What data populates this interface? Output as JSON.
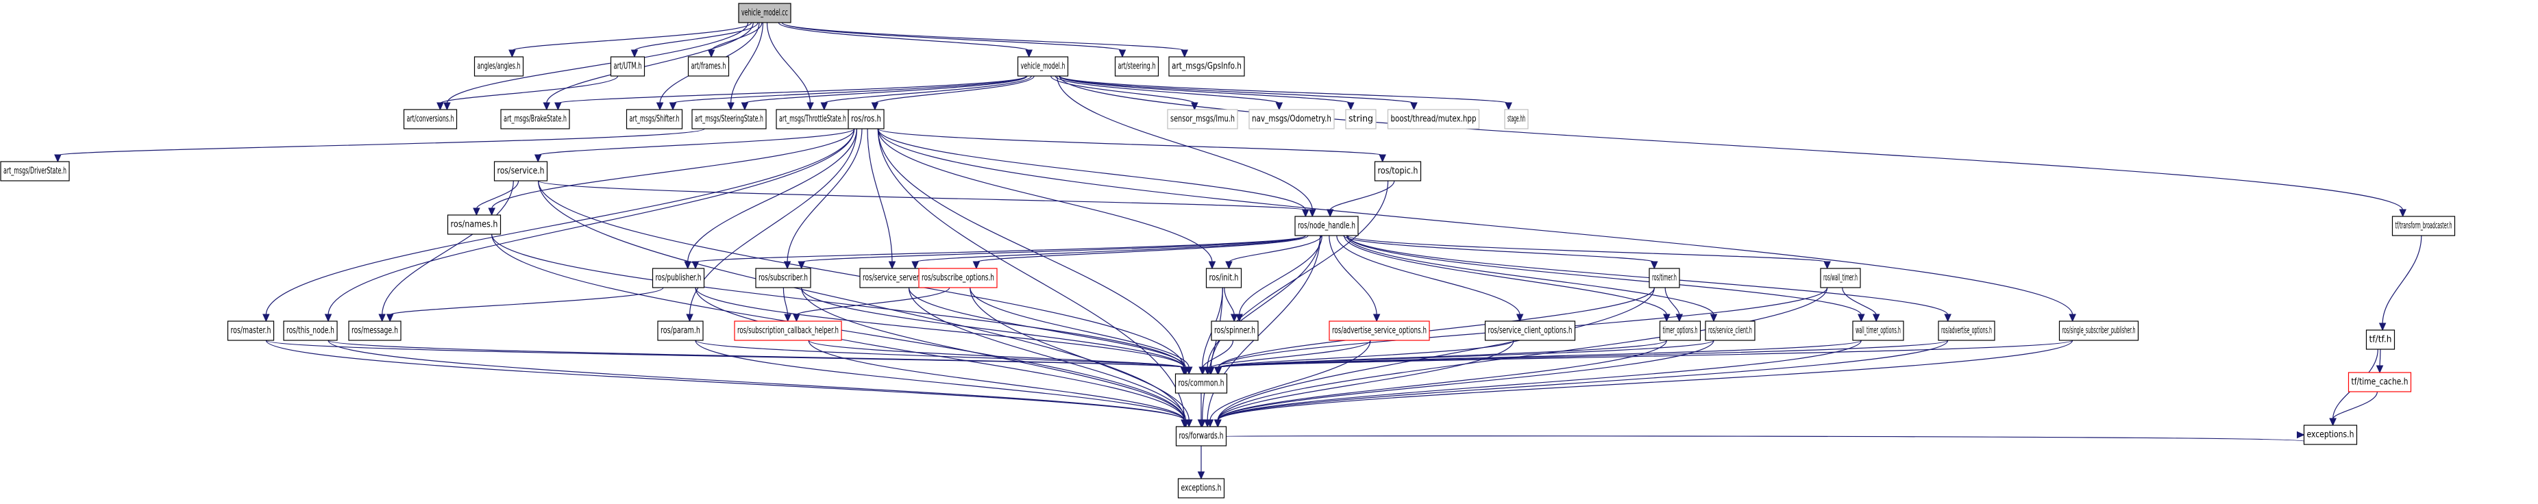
{
  "title": "vehicle_model.cc include dependency graph",
  "colors": {
    "edge": "#191970",
    "root_fill": "#bfbfbf",
    "missing_border": "#bfbfbf",
    "incomplete_border": "#ff0000",
    "border": "#000000"
  },
  "nodes": [
    {
      "id": "vehicle_model_cc",
      "label": "vehicle_model.cc",
      "kind": "root"
    },
    {
      "id": "angles",
      "label": "angles/angles.h",
      "kind": "normal"
    },
    {
      "id": "utm",
      "label": "art/UTM.h",
      "kind": "normal"
    },
    {
      "id": "frames",
      "label": "art/frames.h",
      "kind": "normal"
    },
    {
      "id": "vehicle_model_h",
      "label": "vehicle_model.h",
      "kind": "normal"
    },
    {
      "id": "steering",
      "label": "art/steering.h",
      "kind": "normal"
    },
    {
      "id": "gpsinfo",
      "label": "art_msgs/GpsInfo.h",
      "kind": "normal"
    },
    {
      "id": "conversions",
      "label": "art/conversions.h",
      "kind": "normal"
    },
    {
      "id": "brakestate",
      "label": "art_msgs/BrakeState.h",
      "kind": "normal"
    },
    {
      "id": "shifter",
      "label": "art_msgs/Shifter.h",
      "kind": "normal"
    },
    {
      "id": "steeringstate",
      "label": "art_msgs/SteeringState.h",
      "kind": "normal"
    },
    {
      "id": "throttlestate",
      "label": "art_msgs/ThrottleState.h",
      "kind": "normal"
    },
    {
      "id": "ros_ros",
      "label": "ros/ros.h",
      "kind": "normal"
    },
    {
      "id": "imu",
      "label": "sensor_msgs/Imu.h",
      "kind": "missing"
    },
    {
      "id": "odometry",
      "label": "nav_msgs/Odometry.h",
      "kind": "missing"
    },
    {
      "id": "string",
      "label": "string",
      "kind": "missing"
    },
    {
      "id": "mutex",
      "label": "boost/thread/mutex.hpp",
      "kind": "missing"
    },
    {
      "id": "stage",
      "label": "stage.hh",
      "kind": "missing"
    },
    {
      "id": "driverstate",
      "label": "art_msgs/DriverState.h",
      "kind": "normal"
    },
    {
      "id": "service",
      "label": "ros/service.h",
      "kind": "normal"
    },
    {
      "id": "topic",
      "label": "ros/topic.h",
      "kind": "normal"
    },
    {
      "id": "tf_broadcaster",
      "label": "tf/transform_broadcaster.h",
      "kind": "normal"
    },
    {
      "id": "names",
      "label": "ros/names.h",
      "kind": "normal"
    },
    {
      "id": "node_handle",
      "label": "ros/node_handle.h",
      "kind": "normal"
    },
    {
      "id": "publisher",
      "label": "ros/publisher.h",
      "kind": "normal"
    },
    {
      "id": "subscriber",
      "label": "ros/subscriber.h",
      "kind": "normal"
    },
    {
      "id": "service_server",
      "label": "ros/service_server.h",
      "kind": "normal"
    },
    {
      "id": "subscribe_options",
      "label": "ros/subscribe_options.h",
      "kind": "incomplete"
    },
    {
      "id": "init",
      "label": "ros/init.h",
      "kind": "normal"
    },
    {
      "id": "timer",
      "label": "ros/timer.h",
      "kind": "normal"
    },
    {
      "id": "wall_timer",
      "label": "ros/wall_timer.h",
      "kind": "normal"
    },
    {
      "id": "master",
      "label": "ros/master.h",
      "kind": "normal"
    },
    {
      "id": "this_node",
      "label": "ros/this_node.h",
      "kind": "normal"
    },
    {
      "id": "message",
      "label": "ros/message.h",
      "kind": "normal"
    },
    {
      "id": "param",
      "label": "ros/param.h",
      "kind": "normal"
    },
    {
      "id": "sub_cb_helper",
      "label": "ros/subscription_callback_helper.h",
      "kind": "incomplete"
    },
    {
      "id": "spinner",
      "label": "ros/spinner.h",
      "kind": "normal"
    },
    {
      "id": "adv_srv_opts",
      "label": "ros/advertise_service_options.h",
      "kind": "incomplete"
    },
    {
      "id": "srv_client_opts",
      "label": "ros/service_client_options.h",
      "kind": "normal"
    },
    {
      "id": "timer_options",
      "label": "timer_options.h",
      "kind": "normal"
    },
    {
      "id": "service_client",
      "label": "ros/service_client.h",
      "kind": "normal"
    },
    {
      "id": "wall_timer_options",
      "label": "wall_timer_options.h",
      "kind": "normal"
    },
    {
      "id": "advertise_options",
      "label": "ros/advertise_options.h",
      "kind": "normal"
    },
    {
      "id": "single_sub_pub",
      "label": "ros/single_subscriber_publisher.h",
      "kind": "normal"
    },
    {
      "id": "tf_tf",
      "label": "tf/tf.h",
      "kind": "normal"
    },
    {
      "id": "common",
      "label": "ros/common.h",
      "kind": "normal"
    },
    {
      "id": "time_cache",
      "label": "tf/time_cache.h",
      "kind": "incomplete"
    },
    {
      "id": "forwards",
      "label": "ros/forwards.h",
      "kind": "normal"
    },
    {
      "id": "exceptions_ros",
      "label": "exceptions.h",
      "kind": "normal"
    },
    {
      "id": "exceptions_tf",
      "label": "exceptions.h",
      "kind": "normal"
    }
  ],
  "edges": [
    [
      "vehicle_model_cc",
      "angles"
    ],
    [
      "vehicle_model_cc",
      "utm"
    ],
    [
      "vehicle_model_cc",
      "frames"
    ],
    [
      "vehicle_model_cc",
      "vehicle_model_h"
    ],
    [
      "vehicle_model_cc",
      "steering"
    ],
    [
      "vehicle_model_cc",
      "gpsinfo"
    ],
    [
      "vehicle_model_cc",
      "conversions"
    ],
    [
      "vehicle_model_cc",
      "brakestate"
    ],
    [
      "vehicle_model_cc",
      "shifter"
    ],
    [
      "vehicle_model_cc",
      "steeringstate"
    ],
    [
      "vehicle_model_cc",
      "throttlestate"
    ],
    [
      "utm",
      "conversions"
    ],
    [
      "vehicle_model_h",
      "brakestate"
    ],
    [
      "vehicle_model_h",
      "shifter"
    ],
    [
      "vehicle_model_h",
      "steeringstate"
    ],
    [
      "vehicle_model_h",
      "throttlestate"
    ],
    [
      "vehicle_model_h",
      "ros_ros"
    ],
    [
      "vehicle_model_h",
      "imu"
    ],
    [
      "vehicle_model_h",
      "odometry"
    ],
    [
      "vehicle_model_h",
      "string"
    ],
    [
      "vehicle_model_h",
      "mutex"
    ],
    [
      "vehicle_model_h",
      "stage"
    ],
    [
      "vehicle_model_h",
      "tf_broadcaster"
    ],
    [
      "vehicle_model_h",
      "node_handle"
    ],
    [
      "steeringstate",
      "driverstate"
    ],
    [
      "ros_ros",
      "service"
    ],
    [
      "ros_ros",
      "topic"
    ],
    [
      "ros_ros",
      "names"
    ],
    [
      "ros_ros",
      "node_handle"
    ],
    [
      "ros_ros",
      "publisher"
    ],
    [
      "ros_ros",
      "subscriber"
    ],
    [
      "ros_ros",
      "service_server"
    ],
    [
      "ros_ros",
      "init"
    ],
    [
      "ros_ros",
      "master"
    ],
    [
      "ros_ros",
      "this_node"
    ],
    [
      "ros_ros",
      "param"
    ],
    [
      "ros_ros",
      "common"
    ],
    [
      "ros_ros",
      "forwards"
    ],
    [
      "ros_ros",
      "single_sub_pub"
    ],
    [
      "service",
      "names"
    ],
    [
      "service",
      "message"
    ],
    [
      "service",
      "node_handle"
    ],
    [
      "service",
      "common"
    ],
    [
      "service",
      "forwards"
    ],
    [
      "topic",
      "node_handle"
    ],
    [
      "topic",
      "common"
    ],
    [
      "tf_broadcaster",
      "tf_tf"
    ],
    [
      "names",
      "common"
    ],
    [
      "names",
      "forwards"
    ],
    [
      "node_handle",
      "publisher"
    ],
    [
      "node_handle",
      "subscriber"
    ],
    [
      "node_handle",
      "service_server"
    ],
    [
      "node_handle",
      "subscribe_options"
    ],
    [
      "node_handle",
      "init"
    ],
    [
      "node_handle",
      "spinner"
    ],
    [
      "node_handle",
      "adv_srv_opts"
    ],
    [
      "node_handle",
      "srv_client_opts"
    ],
    [
      "node_handle",
      "timer"
    ],
    [
      "node_handle",
      "timer_options"
    ],
    [
      "node_handle",
      "service_client"
    ],
    [
      "node_handle",
      "wall_timer"
    ],
    [
      "node_handle",
      "wall_timer_options"
    ],
    [
      "node_handle",
      "advertise_options"
    ],
    [
      "node_handle",
      "common"
    ],
    [
      "node_handle",
      "forwards"
    ],
    [
      "publisher",
      "message"
    ],
    [
      "publisher",
      "common"
    ],
    [
      "publisher",
      "forwards"
    ],
    [
      "subscriber",
      "sub_cb_helper"
    ],
    [
      "subscriber",
      "common"
    ],
    [
      "subscriber",
      "forwards"
    ],
    [
      "service_server",
      "common"
    ],
    [
      "service_server",
      "forwards"
    ],
    [
      "subscribe_options",
      "sub_cb_helper"
    ],
    [
      "subscribe_options",
      "common"
    ],
    [
      "subscribe_options",
      "forwards"
    ],
    [
      "init",
      "spinner"
    ],
    [
      "init",
      "common"
    ],
    [
      "init",
      "forwards"
    ],
    [
      "timer",
      "timer_options"
    ],
    [
      "timer",
      "common"
    ],
    [
      "timer",
      "forwards"
    ],
    [
      "wall_timer",
      "wall_timer_options"
    ],
    [
      "wall_timer",
      "common"
    ],
    [
      "wall_timer",
      "forwards"
    ],
    [
      "master",
      "common"
    ],
    [
      "master",
      "forwards"
    ],
    [
      "this_node",
      "common"
    ],
    [
      "this_node",
      "forwards"
    ],
    [
      "param",
      "common"
    ],
    [
      "param",
      "forwards"
    ],
    [
      "sub_cb_helper",
      "common"
    ],
    [
      "sub_cb_helper",
      "forwards"
    ],
    [
      "spinner",
      "common"
    ],
    [
      "adv_srv_opts",
      "common"
    ],
    [
      "adv_srv_opts",
      "forwards"
    ],
    [
      "srv_client_opts",
      "common"
    ],
    [
      "srv_client_opts",
      "forwards"
    ],
    [
      "timer_options",
      "common"
    ],
    [
      "timer_options",
      "forwards"
    ],
    [
      "service_client",
      "common"
    ],
    [
      "service_client",
      "forwards"
    ],
    [
      "wall_timer_options",
      "common"
    ],
    [
      "wall_timer_options",
      "forwards"
    ],
    [
      "advertise_options",
      "common"
    ],
    [
      "advertise_options",
      "forwards"
    ],
    [
      "single_sub_pub",
      "common"
    ],
    [
      "single_sub_pub",
      "forwards"
    ],
    [
      "common",
      "forwards"
    ],
    [
      "forwards",
      "exceptions_ros"
    ],
    [
      "forwards",
      "exceptions_tf"
    ],
    [
      "tf_tf",
      "time_cache"
    ],
    [
      "tf_tf",
      "exceptions_tf"
    ],
    [
      "time_cache",
      "exceptions_tf"
    ]
  ]
}
